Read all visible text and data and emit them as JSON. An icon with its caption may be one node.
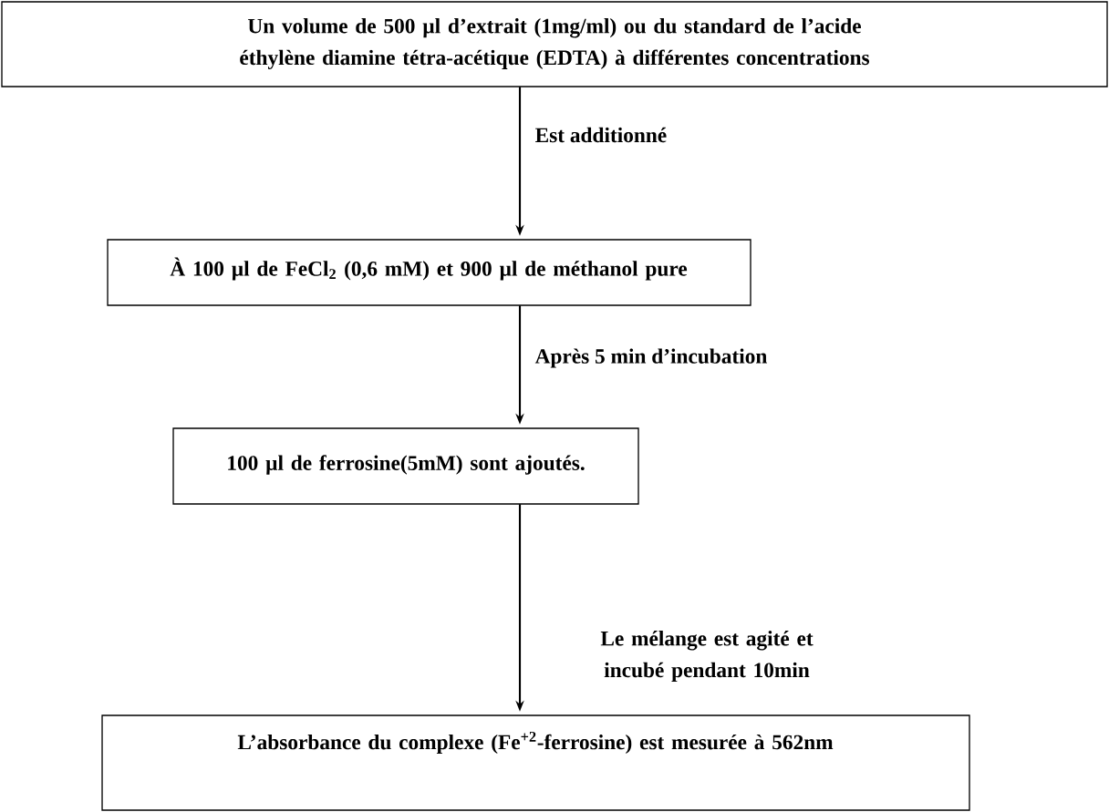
{
  "diagram": {
    "nodes": [
      {
        "text": [
          "Un volume de 500 µl d’extrait (1mg/ml) ou du standard de l’acide éthylène diamine tétra-acétique (EDTA) à différentes concentrations"
        ]
      },
      {
        "text": [
          "À 100 µl de FeCl$_{2}$ (0,6 mM) et 900 µl de méthanol pure"
        ]
      },
      {
        "text": [
          "100 µl de ferrosine(5mM) sont ajoutés."
        ]
      },
      {
        "text": [
          "L’absorbance du complexe (Fe$^{+2}$-ferrosine)  est mesurée à 562nm"
        ]
      }
    ],
    "edges": [
      {
        "from": 0,
        "to": 1,
        "arrow": "to",
        "label": "Est additionné"
      },
      {
        "from": 1,
        "to": 2,
        "arrow": "to",
        "label": "Après 5 min d’incubation"
      },
      {
        "from": 2,
        "to": 3,
        "arrow": "to",
        "label": "Le mélange est agité et incubé pendant 10min"
      }
    ]
  }
}
